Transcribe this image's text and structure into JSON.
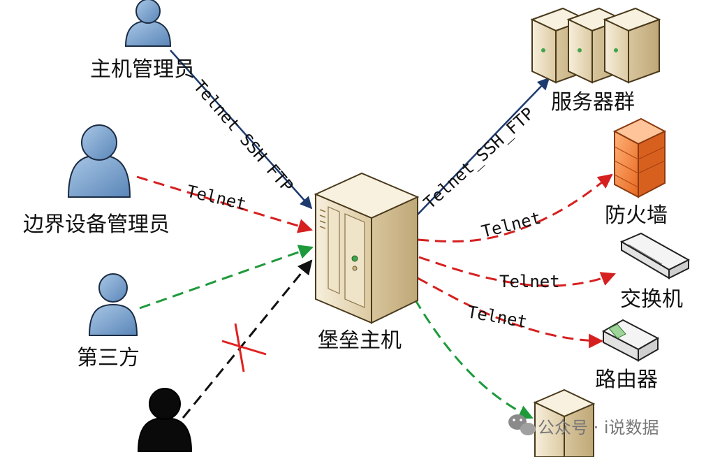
{
  "diagram": {
    "nodes": {
      "host_admin": "主机管理员",
      "edge_admin": "边界设备管理员",
      "third_party": "第三方",
      "bastion": "堡垒主机",
      "server_cluster": "服务器群",
      "firewall": "防火墙",
      "switch": "交换机",
      "router": "路由器"
    },
    "protocols": {
      "host_admin_link": "Telnet SSH FTP",
      "server_link": "Telnet_SSH_FTP",
      "edge_admin_link": "Telnet",
      "firewall_link": "Telnet",
      "switch_link": "Telnet",
      "router_link": "Telnet"
    },
    "colors": {
      "red_link": "#d62020",
      "green_link": "#1e9a3c",
      "black_link": "#111111",
      "navy_link": "#1c3a6e",
      "person_blue": "#6f9bc9",
      "attacker": "#0a0a0a",
      "server_beige": "#eadfc4",
      "firewall_orange": "#f08a3c"
    },
    "watermark": {
      "text": "公众号 · i说数据",
      "icon": "wechat-icon"
    }
  }
}
